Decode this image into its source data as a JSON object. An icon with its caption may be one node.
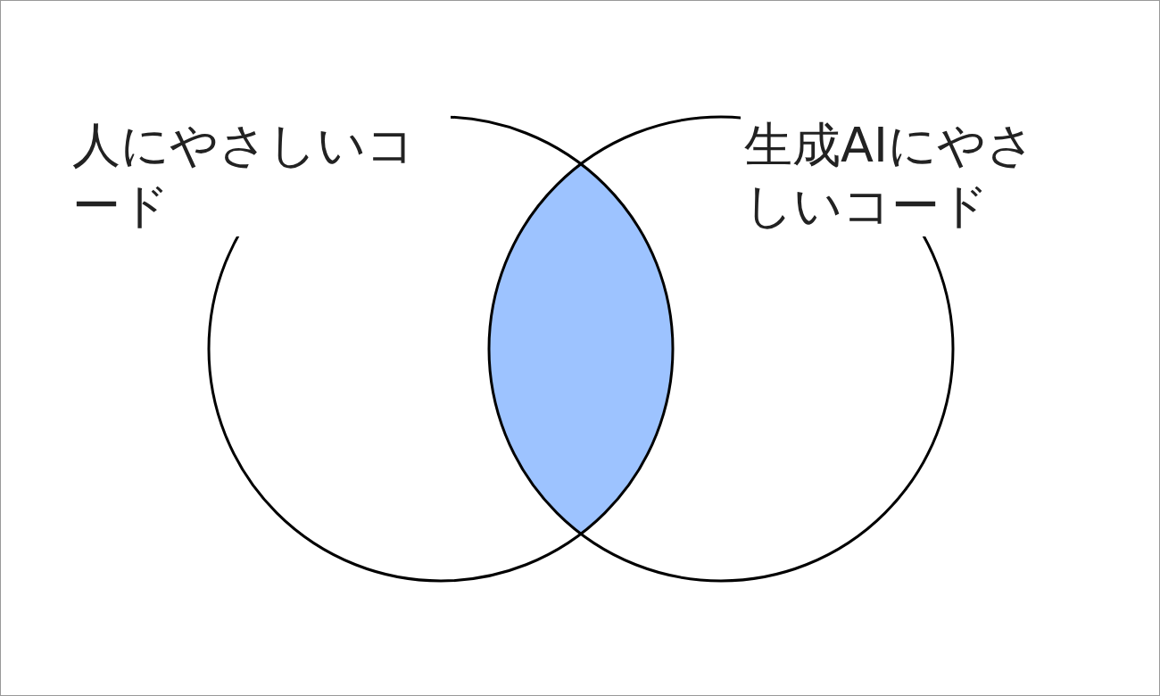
{
  "diagram": {
    "nodes": [
      {
        "text": [
          "人にやさしいコード"
        ]
      },
      {
        "text": [
          "生成AIにやさしいコード"
        ]
      },
      {
        "text": [],
        "shape": "lens"
      }
    ],
    "edges": []
  }
}
